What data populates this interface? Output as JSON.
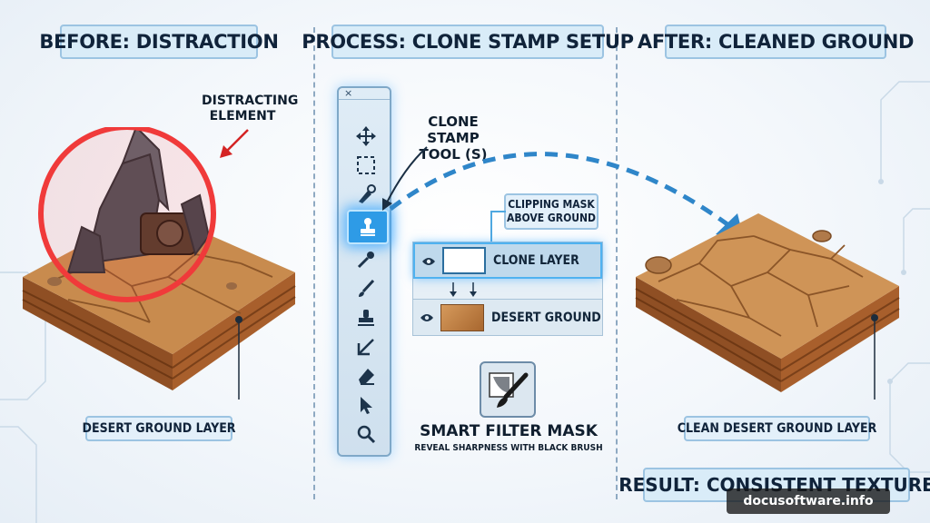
{
  "headers": {
    "before": "BEFORE: DISTRACTION",
    "process": "PROCESS: CLONE STAMP SETUP",
    "after": "AFTER: CLEANED GROUND"
  },
  "before_panel": {
    "annotation_line1": "DISTRACTING",
    "annotation_line2": "ELEMENT",
    "layer_label": "DESERT GROUND LAYER"
  },
  "process_panel": {
    "toolbar_close": "×",
    "tool_callout_line1": "CLONE STAMP",
    "tool_callout_line2": "TOOL (S)",
    "clip_label_line1": "CLIPPING MASK",
    "clip_label_line2": "ABOVE GROUND",
    "layers": [
      {
        "name": "CLONE LAYER"
      },
      {
        "name": "DESERT GROUND"
      }
    ],
    "smart_filter_title": "SMART FILTER MASK",
    "smart_filter_sub": "REVEAL SHARPNESS WITH BLACK BRUSH",
    "tools": [
      "move-icon",
      "marquee-icon",
      "healing-brush-icon",
      "clone-stamp-icon",
      "eyedropper-icon",
      "brush-icon",
      "stamp-icon",
      "crop-slice-icon",
      "eraser-icon",
      "pointer-icon",
      "zoom-icon"
    ]
  },
  "after_panel": {
    "layer_label": "CLEAN DESERT GROUND LAYER",
    "result": "RESULT: CONSISTENT TEXTURE"
  },
  "watermark": "docusoftware.info",
  "colors": {
    "header_bg": "#d9ecf8",
    "header_border": "#9cc4e2",
    "accent_blue": "#2e9be6",
    "highlight_red": "#f03a3a",
    "ground_top": "#c88b4e",
    "ground_side": "#8f4f24"
  }
}
